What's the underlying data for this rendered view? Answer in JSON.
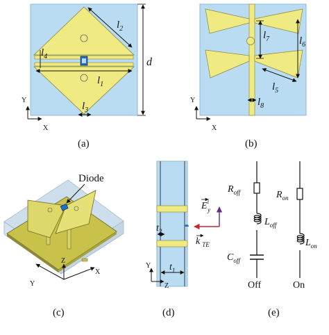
{
  "colors": {
    "substrate": "#b9dcf3",
    "substrate_edge": "#8fbad6",
    "copper": "#efea82",
    "copper_edge": "#8a8433",
    "copper_dark": "#8c8a3a",
    "line": "#111111",
    "arrow_purple": "#6a2c8c",
    "arrow_red": "#c4262e",
    "diode_blue": "#1f6fc2"
  },
  "captions": {
    "a": "(a)",
    "b": "(b)",
    "c": "(c)",
    "d": "(d)",
    "e": "(e)"
  },
  "panel_a": {
    "d": "d",
    "l2_base": "l",
    "l2_sub": "2",
    "l4_base": "l",
    "l4_sub": "4",
    "l1_base": "l",
    "l1_sub": "1",
    "l3_base": "l",
    "l3_sub": "3",
    "axis_y": "Y",
    "axis_x": "X"
  },
  "panel_b": {
    "l7_base": "l",
    "l7_sub": "7",
    "l6_base": "l",
    "l6_sub": "6",
    "l5_base": "l",
    "l5_sub": "5",
    "l8_base": "l",
    "l8_sub": "8",
    "axis_y": "Y",
    "axis_x": "X"
  },
  "panel_c": {
    "diode_label": "Diode",
    "axis_z": "Z",
    "axis_y": "Y",
    "axis_x": "X"
  },
  "panel_d": {
    "E_base": "E",
    "E_sup": "i",
    "E_sub": "y",
    "k_base": "k",
    "k_sub": "TE",
    "t2_base": "t",
    "t2_sub": "2",
    "t1_base": "t",
    "t1_sub": "1",
    "axis_y": "Y",
    "axis_z": "Z"
  },
  "panel_e": {
    "roff_base": "R",
    "roff_sub": "off",
    "loff_base": "L",
    "loff_sub": "off",
    "coff_base": "C",
    "coff_sub": "off",
    "off_label": "Off",
    "ron_base": "R",
    "ron_sub": "on",
    "lon_base": "L",
    "lon_sub": "on",
    "on_label": "On"
  }
}
